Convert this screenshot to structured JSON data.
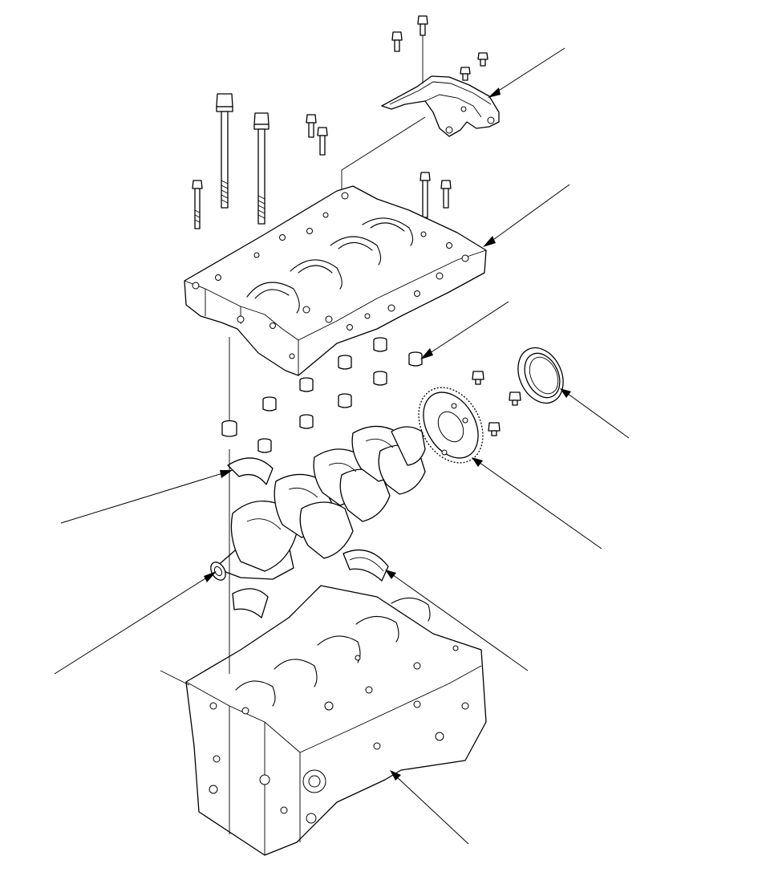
{
  "diagram": {
    "colors": {
      "line": "#000000",
      "background": "#ffffff"
    },
    "parts": [
      {
        "id": "upper-cover",
        "name": "baffle-plate"
      },
      {
        "id": "bearing-cap-bridge",
        "name": "lower-crankcase"
      },
      {
        "id": "dowel-pins",
        "name": "dowel-pin"
      },
      {
        "id": "rear-oil-seal",
        "name": "oil-seal"
      },
      {
        "id": "reluctor-ring",
        "name": "crank-pulse-plate"
      },
      {
        "id": "thrust-washers",
        "name": "thrust-washer"
      },
      {
        "id": "main-bearings-upper",
        "name": "main-bearing"
      },
      {
        "id": "crankshaft",
        "name": "crankshaft"
      },
      {
        "id": "engine-block",
        "name": "cylinder-block"
      }
    ]
  }
}
